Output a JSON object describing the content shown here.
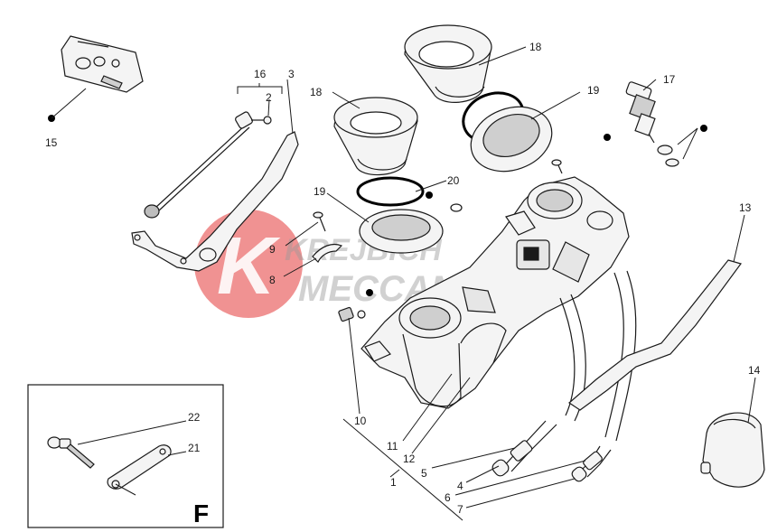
{
  "watermark": {
    "line1": "KREJBICH",
    "line2": "MECCANICA",
    "letter": "K",
    "color": "#e53a3a"
  },
  "detail_box": {
    "letter": "F"
  },
  "callouts": {
    "c1": "1",
    "c2": "2",
    "c3": "3",
    "c4": "4",
    "c5": "5",
    "c6": "6",
    "c7": "7",
    "c8": "8",
    "c9": "9",
    "c10": "10",
    "c11": "11",
    "c12": "12",
    "c13": "13",
    "c14": "14",
    "c15": "15",
    "c16": "16",
    "c17": "17",
    "c18a": "18",
    "c18b": "18",
    "c19a": "19",
    "c19b": "19",
    "c20": "20",
    "c21": "21",
    "c22": "22"
  },
  "colors": {
    "line": "#1a1a1a",
    "part_fill": "#f4f4f4",
    "shade": "#cfcfcf"
  }
}
